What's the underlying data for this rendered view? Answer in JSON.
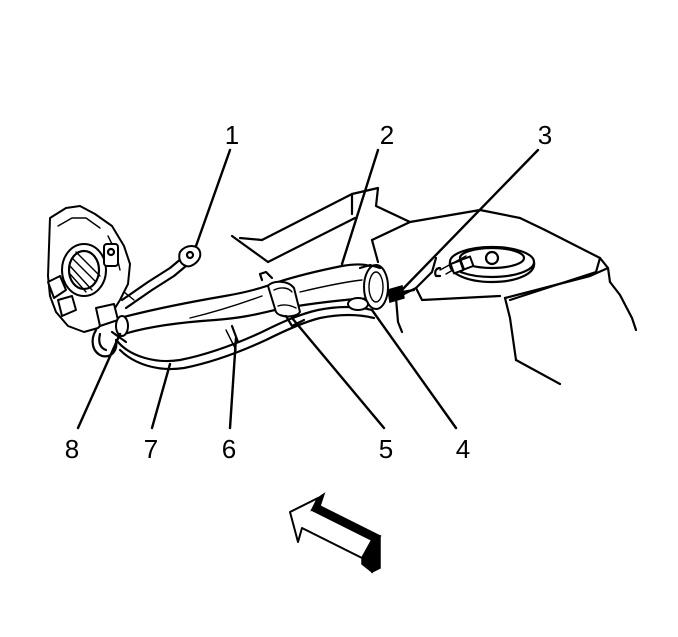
{
  "callouts": [
    {
      "id": "1",
      "label": "1"
    },
    {
      "id": "2",
      "label": "2"
    },
    {
      "id": "3",
      "label": "3"
    },
    {
      "id": "4",
      "label": "4"
    },
    {
      "id": "5",
      "label": "5"
    },
    {
      "id": "6",
      "label": "6"
    },
    {
      "id": "7",
      "label": "7"
    },
    {
      "id": "8",
      "label": "8"
    }
  ],
  "icons": {
    "direction_arrow": "front-direction-arrow-icon"
  }
}
